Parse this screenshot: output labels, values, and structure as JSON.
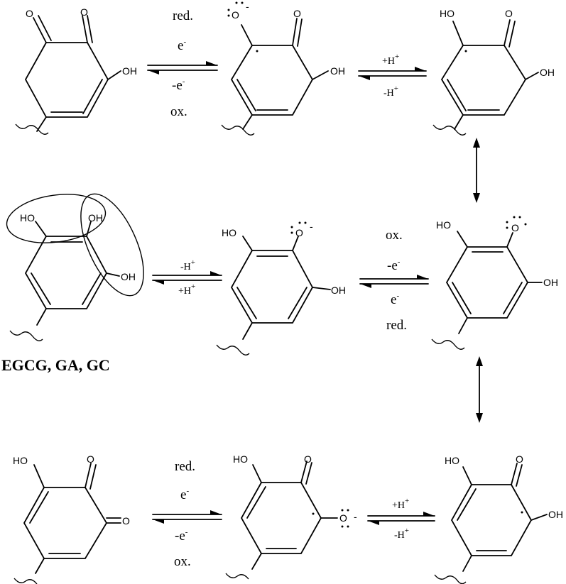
{
  "labels": {
    "oh": "OH",
    "ho": "HO",
    "o": "O",
    "minus": "-",
    "e": "e",
    "h_plus": "+H",
    "h_minus": "-H",
    "plus_sup": "+",
    "minus_sup": "-",
    "red": "red.",
    "ox": "ox.",
    "neg_e": "-e",
    "compound_name": "EGCG, GA, GC"
  }
}
